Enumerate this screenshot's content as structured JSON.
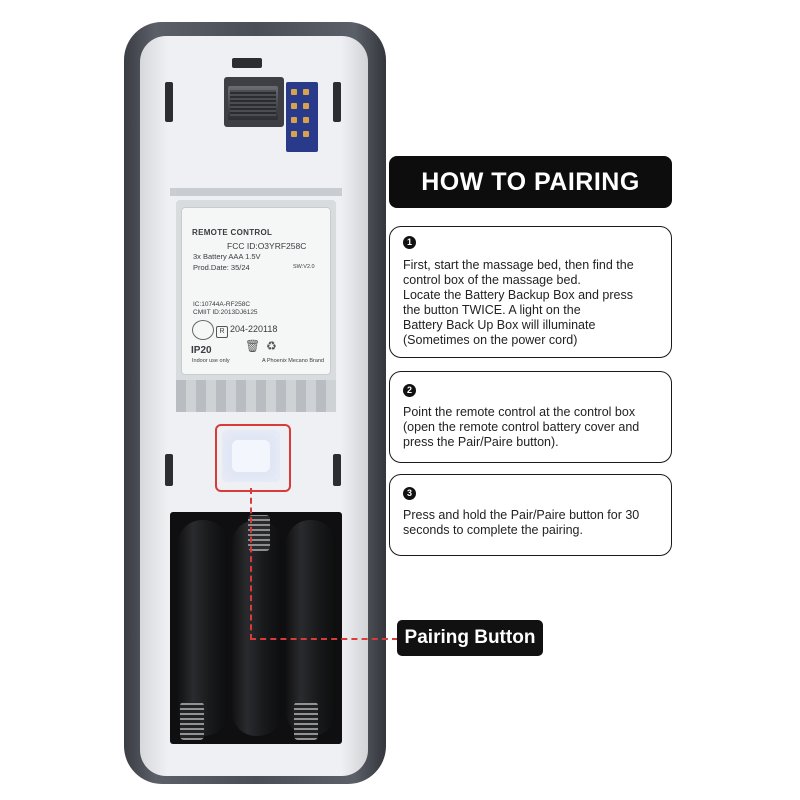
{
  "heading": "HOW TO PAIRING",
  "steps": [
    {
      "number": "1",
      "lines": [
        "First, start the massage bed, then find the",
        "control box of the massage bed.",
        "Locate the Battery Backup Box and press",
        "the button TWICE. A light on the",
        "Battery Back Up Box will illuminate",
        "(Sometimes on the power cord)"
      ]
    },
    {
      "number": "2",
      "lines": [
        "Point the remote control at the control box",
        "(open the remote control battery cover and",
        "press the Pair/Paire button)."
      ]
    },
    {
      "number": "3",
      "lines": [
        "Press and hold the Pair/Paire button for 30",
        "seconds to complete the pairing."
      ]
    }
  ],
  "callout": "Pairing Button",
  "label": {
    "title": "REMOTE CONTROL",
    "fcc": "FCC ID:O3YRF258C",
    "battery": "3x Battery AAA 1.5V",
    "prod_date": "Prod.Date: 35/24",
    "sw": "SW:V2.0",
    "ic": "IC:10744A-RF258C",
    "cmiit": "CMIIT ID:2013DJ6125",
    "r_code": "204-220118",
    "ip": "IP20",
    "indoor": "Indoor use only",
    "brand": "A Phoenix Mecano Brand"
  },
  "colors": {
    "accent": "#d93a3a",
    "banner": "#0d0d0d",
    "pair_button": "#dfe4f4"
  }
}
